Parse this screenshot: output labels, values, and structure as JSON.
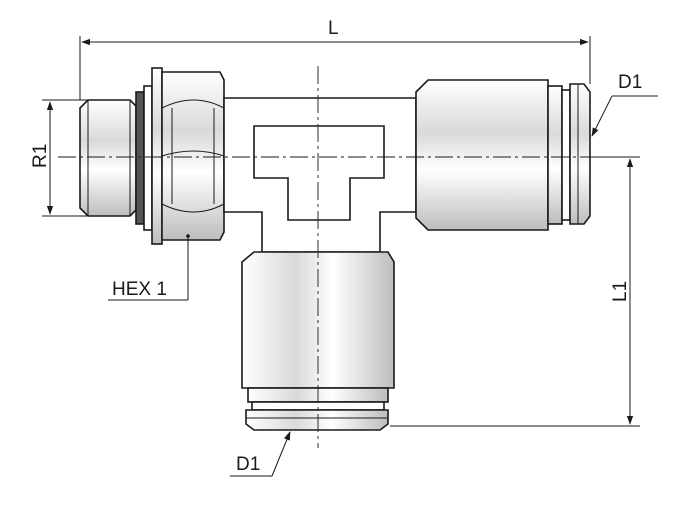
{
  "labels": {
    "overall_length": "L",
    "branch_length": "L1",
    "thread": "R1",
    "hex": "HEX 1",
    "tube_top": "D1",
    "tube_bottom": "D1"
  }
}
